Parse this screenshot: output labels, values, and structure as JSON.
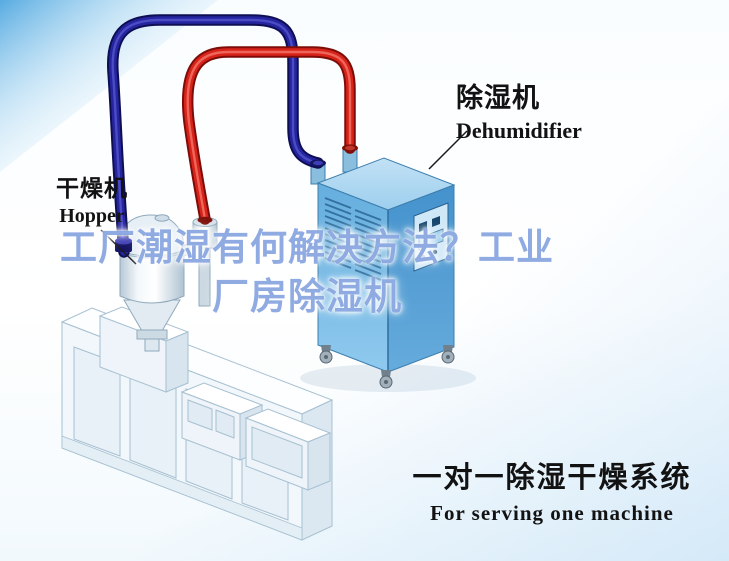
{
  "labels": {
    "dehumidifier_zh": "除湿机",
    "dehumidifier_en": "Dehumidifier",
    "hopper_zh": "干燥机",
    "hopper_en": "Hopper",
    "caption_zh": "一对一除湿干燥系统",
    "caption_en": "For serving one machine"
  },
  "watermark": {
    "line1": "工厂潮湿有何解决方法？工业",
    "line2": "厂房除湿机"
  },
  "illustration_parts": [
    "dehumidifier-cabinet",
    "drying-hopper",
    "extruder-machine",
    "dry-air-hose-navy",
    "return-air-hose-red"
  ],
  "colors": {
    "pipe_red": "#d2231a",
    "pipe_navy": "#1c1c86",
    "cabinet_blue": "#64acdd",
    "watermark_blue": "#3e6ecd",
    "corner_sky_blue": "#57abe1",
    "label_text": "#121212"
  }
}
